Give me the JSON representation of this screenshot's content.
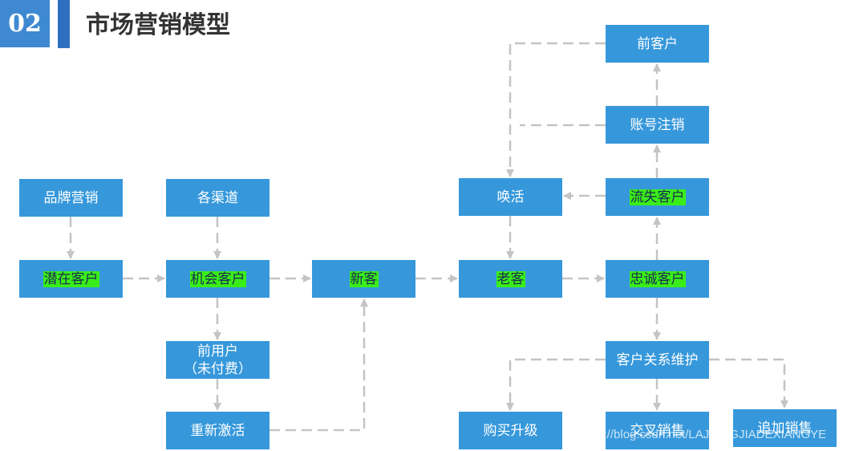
{
  "header": {
    "number": "02",
    "title": "市场营销模型"
  },
  "nodes": {
    "brand_marketing": "品牌营销",
    "channels": "各渠道",
    "potential_customer": "潜在客户",
    "opportunity_customer": "机会客户",
    "new_customer": "新客",
    "old_customer": "老客",
    "loyal_customer": "忠诚客户",
    "reactivate": "唤活",
    "lost_customer": "流失客户",
    "account_cancel": "账号注销",
    "former_customer": "前客户",
    "pre_user": "前用户\n（未付费）",
    "re_activation": "重新激活",
    "crm": "客户关系维护",
    "upsell": "购买升级",
    "cross_sell": "交叉销售",
    "add_on_sell": "追加销售"
  },
  "watermark": "https://blog.csdn.net/LAJIANGJIADEXIANGYE",
  "colors": {
    "node_fill": "#3698db",
    "highlight": "#39ee18",
    "connector": "#c4c4c4",
    "badge": "#3f89d2"
  }
}
